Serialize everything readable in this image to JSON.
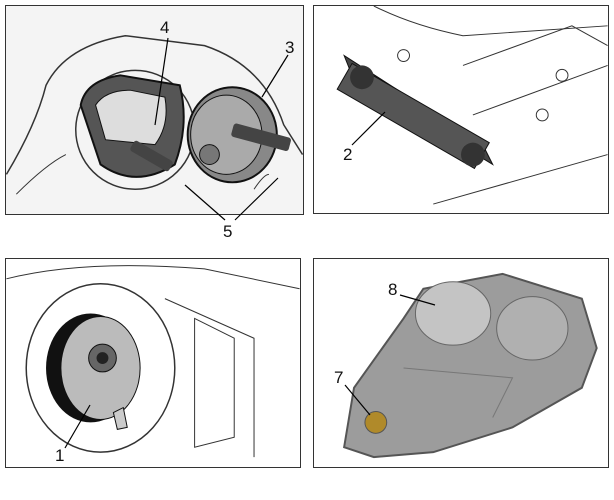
{
  "panels": [
    {
      "id": "top-left",
      "callouts": [
        "4",
        "3"
      ]
    },
    {
      "id": "top-right",
      "callouts": [
        "2"
      ]
    },
    {
      "id": "bottom-left",
      "callouts": [
        "1"
      ]
    },
    {
      "id": "bottom-right",
      "callouts": [
        "8",
        "7"
      ]
    }
  ],
  "shared_callout": "5"
}
